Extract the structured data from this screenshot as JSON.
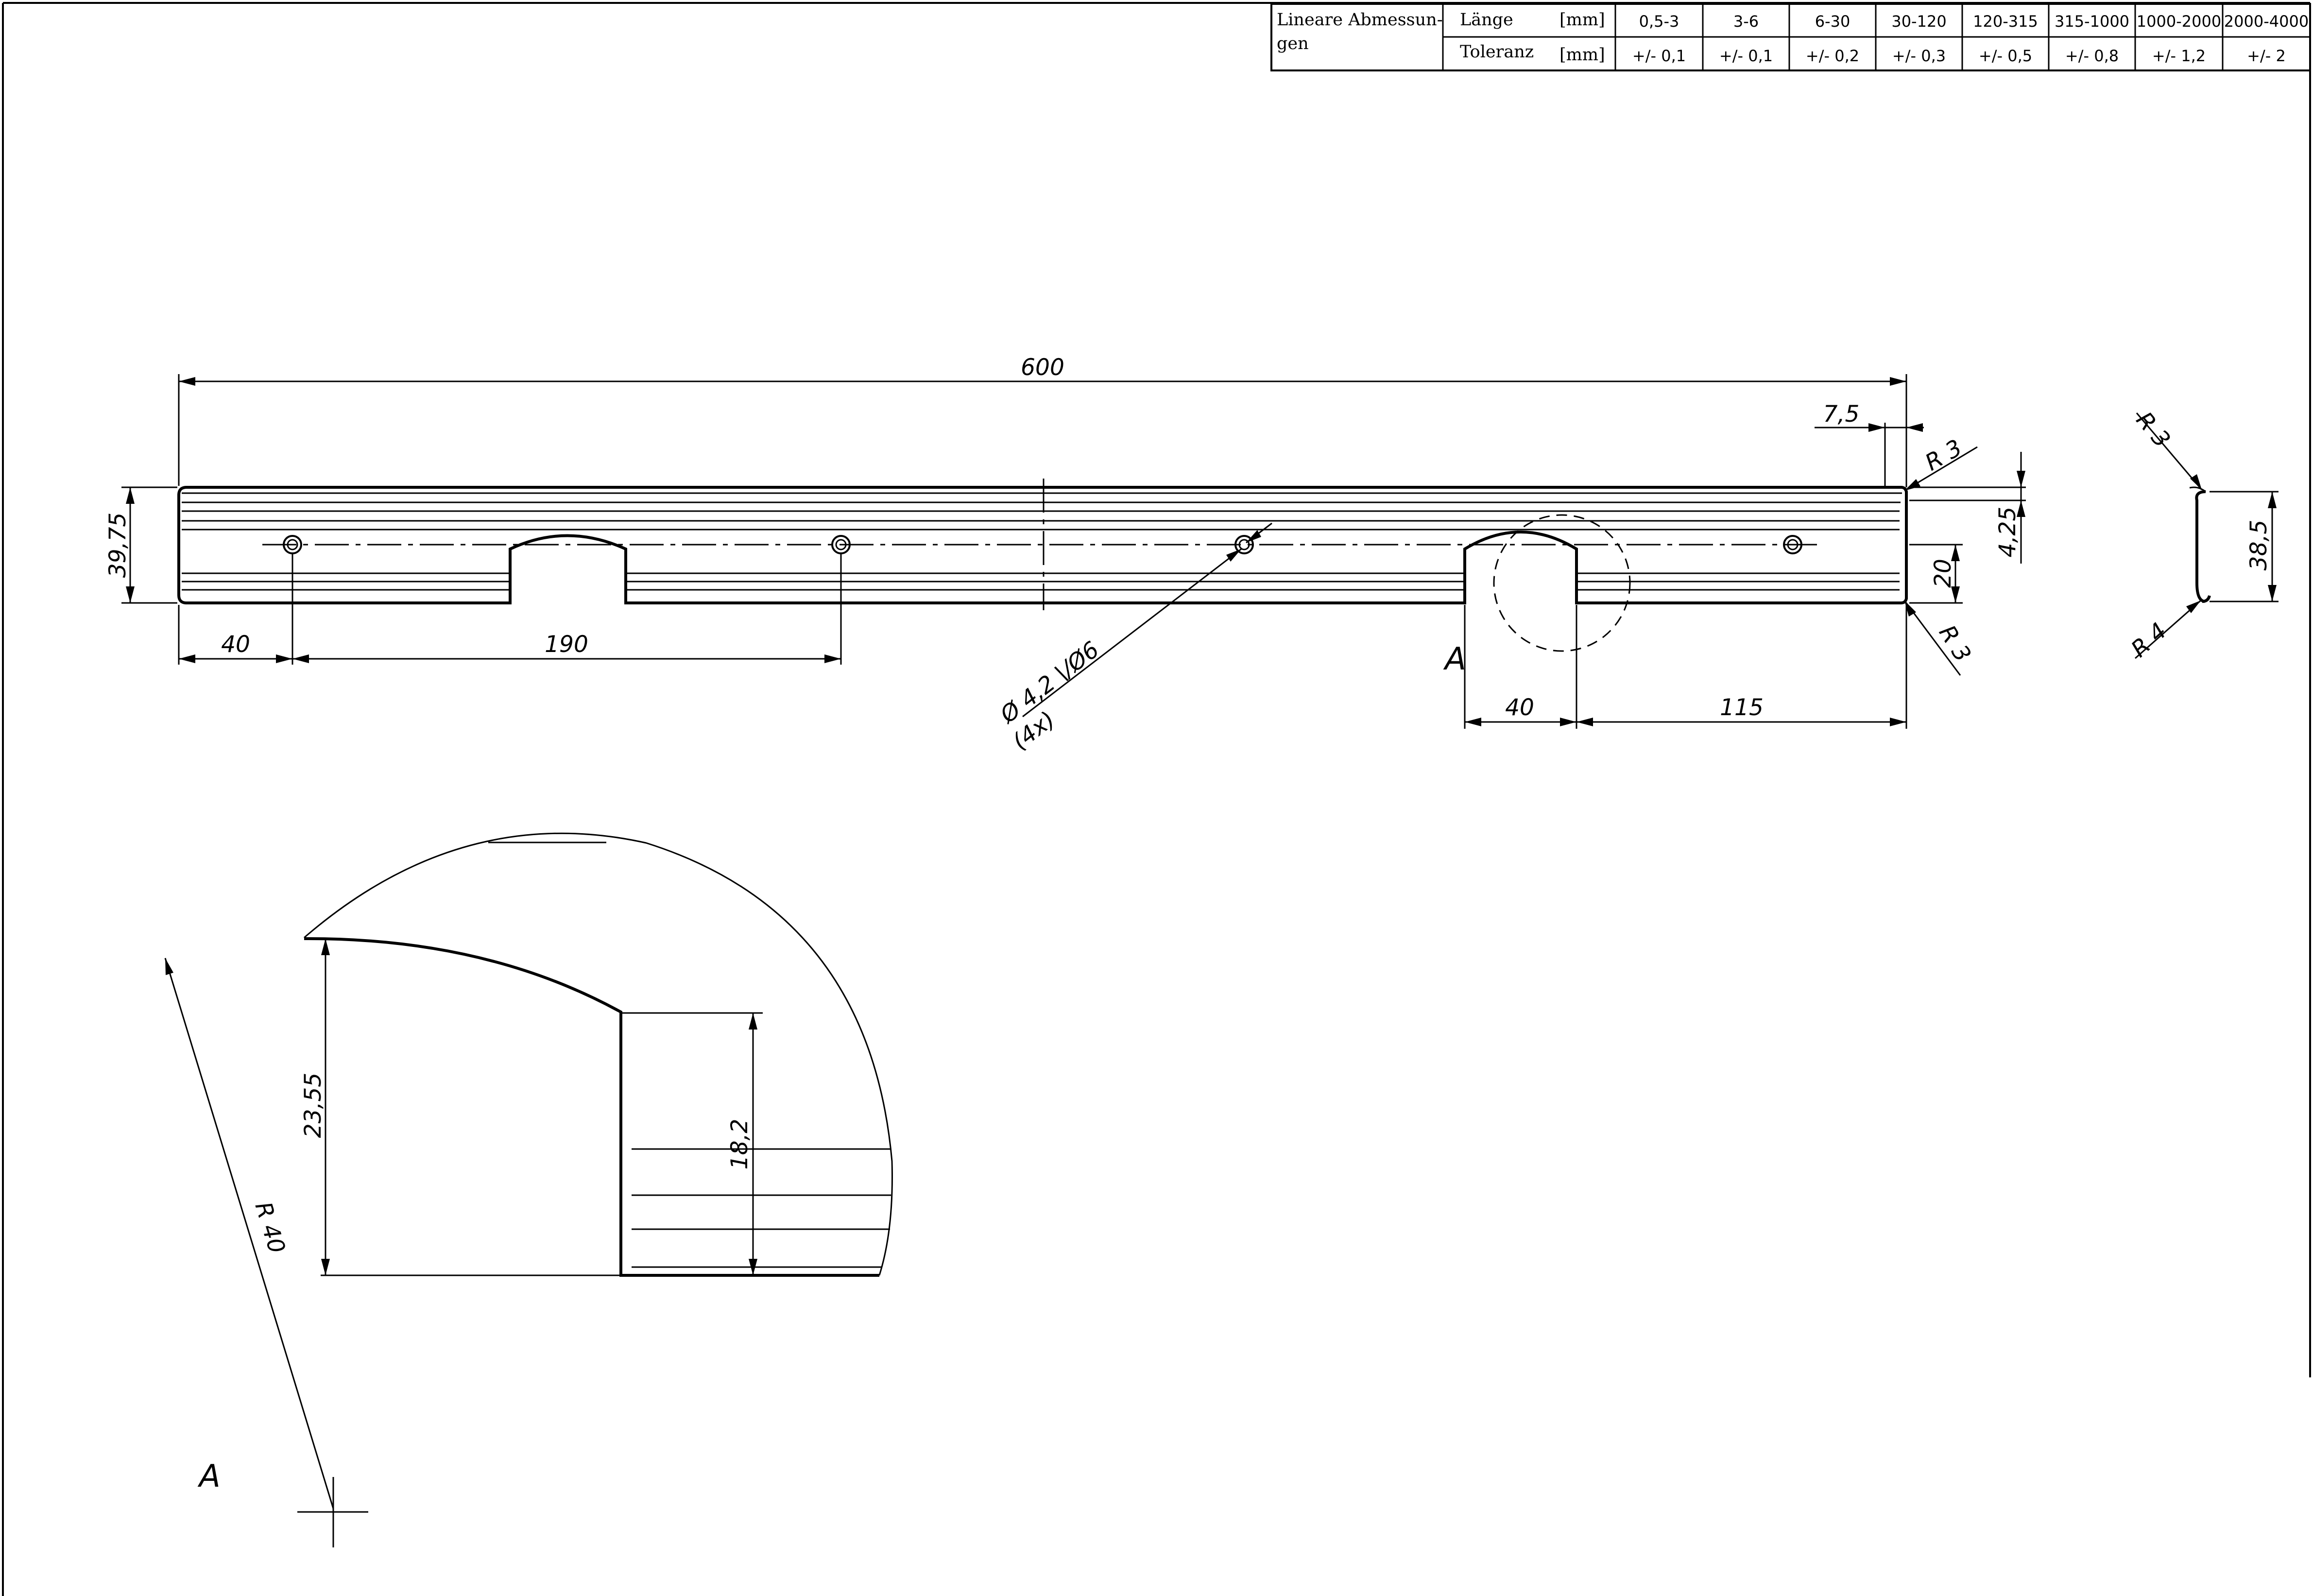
{
  "tolerance_table": {
    "title": "Lineare Abmessun-gen",
    "title_line1": "Lineare Abmessun-",
    "title_line2": "gen",
    "row_length_label": "Länge",
    "row_tolerance_label": "Toleranz",
    "unit": "[mm]",
    "ranges": [
      "0,5-3",
      "3-6",
      "6-30",
      "30-120",
      "120-315",
      "315-1000",
      "1000-2000",
      "2000-4000"
    ],
    "tolerances": [
      "+/- 0,1",
      "+/- 0,1",
      "+/- 0,2",
      "+/- 0,3",
      "+/- 0,5",
      "+/- 0,8",
      "+/- 1,2",
      "+/- 2"
    ]
  },
  "main_view": {
    "overall_length": "600",
    "height": "39,75",
    "edge_offset": "7,5",
    "radius_top": "R 3",
    "radius_bottom": "R 3",
    "rib_height": "4,25",
    "hole_line_height": "20",
    "first_hole_offset": "40",
    "hole_pitch": "190",
    "hole_spec": "Ø 4,2 \\/Ø6",
    "hole_count": "(4x)",
    "notch_width": "40",
    "notch_to_end": "115",
    "detail_marker": "A"
  },
  "side_view": {
    "radius_top": "R 3",
    "radius_bottom": "R 4",
    "height": "38,5"
  },
  "detail_view": {
    "label": "A",
    "notch_arc_radius": "R 40",
    "outer_height": "23,55",
    "inner_height": "18,2"
  }
}
